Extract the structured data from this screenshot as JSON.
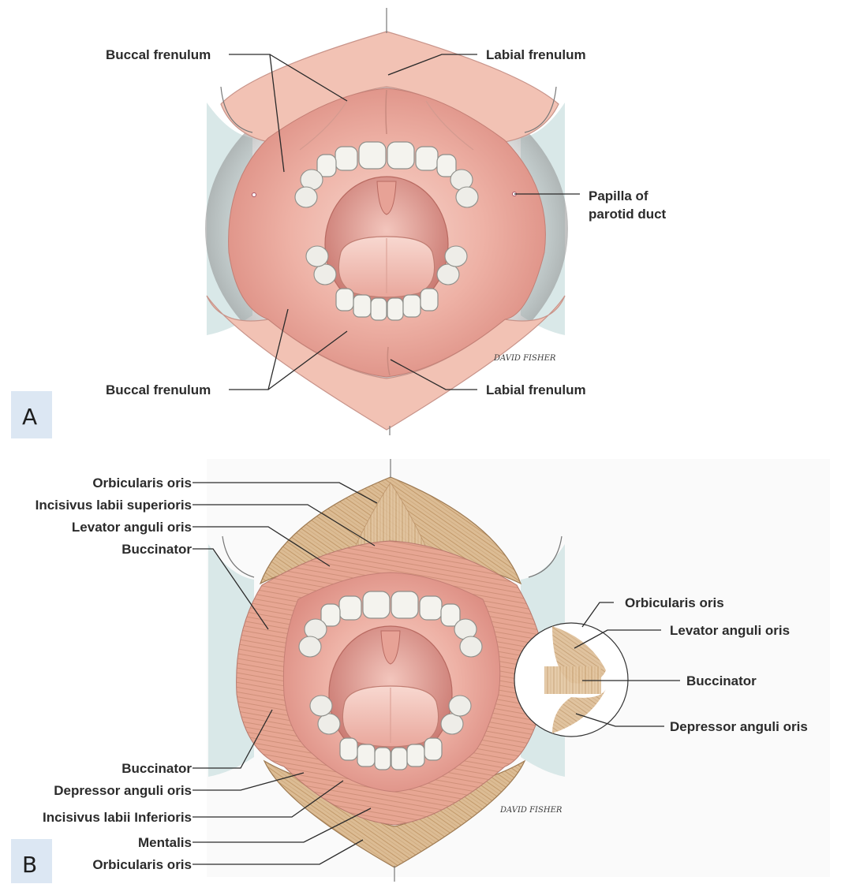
{
  "panel_a": {
    "letter": "A",
    "signature": "DAVID FISHER",
    "labels": {
      "buccal_frenulum_upper": "Buccal frenulum",
      "labial_frenulum_upper": "Labial frenulum",
      "papilla_line1": "Papilla of",
      "papilla_line2": "parotid duct",
      "buccal_frenulum_lower": "Buccal frenulum",
      "labial_frenulum_lower": "Labial frenulum"
    }
  },
  "panel_b": {
    "letter": "B",
    "signature": "DAVID FISHER",
    "labels": {
      "orbicularis_oris_top": "Orbicularis oris",
      "incisivus_superioris": "Incisivus labii superioris",
      "levator_anguli_oris": "Levator anguli oris",
      "buccinator_upper": "Buccinator",
      "buccinator_lower": "Buccinator",
      "depressor_anguli_oris": "Depressor anguli oris",
      "incisivus_inferioris": "Incisivus labii Inferioris",
      "mentalis": "Mentalis",
      "orbicularis_oris_bottom": "Orbicularis oris"
    },
    "inset_labels": {
      "orbicularis_oris": "Orbicularis oris",
      "levator_anguli_oris": "Levator anguli oris",
      "buccinator": "Buccinator",
      "depressor_anguli_oris": "Depressor anguli oris"
    }
  },
  "colors": {
    "mucosa": "#e8a49c",
    "mucosa_light": "#f6cfc6",
    "lip": "#f2c2b4",
    "cheek_bg": "#d9e8e8",
    "muscle": "#d9b78e",
    "muscle_line": "#b98f5e",
    "letter_box": "#dce7f3"
  }
}
